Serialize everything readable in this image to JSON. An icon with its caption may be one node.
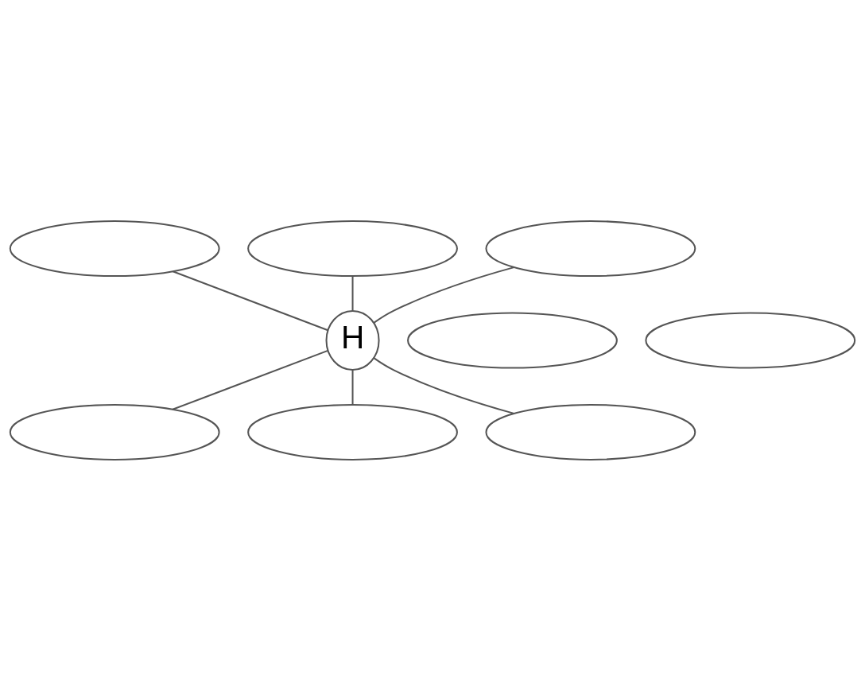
{
  "diagram": {
    "nodes": [
      {
        "text": [],
        "shape": "ellipse"
      },
      {
        "text": [],
        "shape": "ellipse"
      },
      {
        "text": [],
        "shape": "ellipse"
      },
      {
        "text": [],
        "shape": "ellipse"
      },
      {
        "text": [
          "H"
        ]
      },
      {
        "text": [],
        "shape": "ellipse"
      },
      {
        "text": [],
        "shape": "ellipse"
      },
      {
        "text": [],
        "shape": "ellipse"
      },
      {
        "text": [],
        "shape": "ellipse"
      }
    ],
    "edges": [
      {
        "from": 0,
        "to": 4,
        "arrow": "none"
      },
      {
        "from": 1,
        "to": 4,
        "arrow": "none"
      },
      {
        "from": 2,
        "to": 4,
        "arrow": "none"
      },
      {
        "from": 4,
        "to": 6,
        "arrow": "none"
      },
      {
        "from": 4,
        "to": 7,
        "arrow": "none"
      },
      {
        "from": 4,
        "to": 8,
        "arrow": "none"
      }
    ]
  }
}
